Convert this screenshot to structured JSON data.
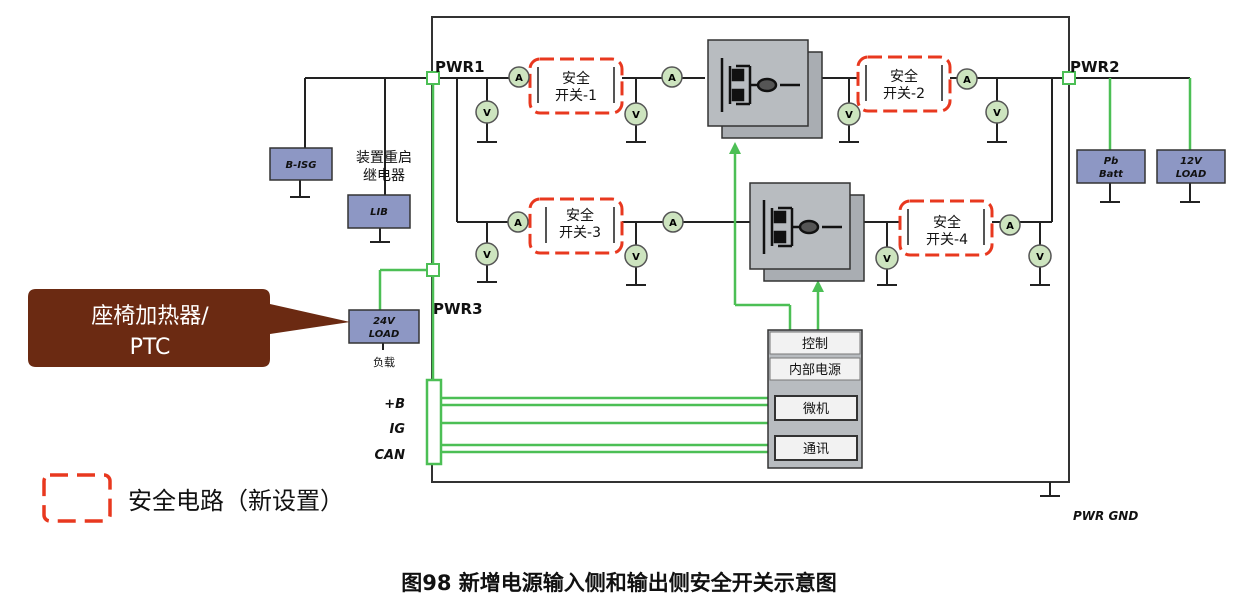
{
  "ports": {
    "pwr1": "PWR1",
    "pwr2": "PWR2",
    "pwr3": "PWR3",
    "gnd": "PWR GND"
  },
  "switches": {
    "sw1": [
      "安全",
      "开关-1"
    ],
    "sw2": [
      "安全",
      "开关-2"
    ],
    "sw3": [
      "安全",
      "开关-3"
    ],
    "sw4": [
      "安全",
      "开关-4"
    ]
  },
  "meters": {
    "ammeter": "A",
    "voltmeter": "V"
  },
  "boxes": {
    "bisg": "B-ISG",
    "lib": "LIB",
    "load24": [
      "24V",
      "LOAD"
    ],
    "pb": [
      "Pb",
      "Batt"
    ],
    "load12": [
      "12V",
      "LOAD"
    ]
  },
  "relay_label": [
    "装置重启",
    "继电器"
  ],
  "load_caption": "负载",
  "callout": [
    "座椅加热器/",
    "PTC"
  ],
  "signals": {
    "b": "+B",
    "ig": "IG",
    "can": "CAN"
  },
  "controller": {
    "control": "控制",
    "power": "内部电源",
    "mcu": "微机",
    "comm": "通讯"
  },
  "legend": "安全电路（新设置）",
  "caption": "图98 新增电源输入侧和输出侧安全开关示意图",
  "colors": {
    "green": "#4cbf55",
    "red": "#e8381f",
    "box": "#8d97c4",
    "callout": "#6b2a12",
    "meter": "#cde4bf"
  }
}
